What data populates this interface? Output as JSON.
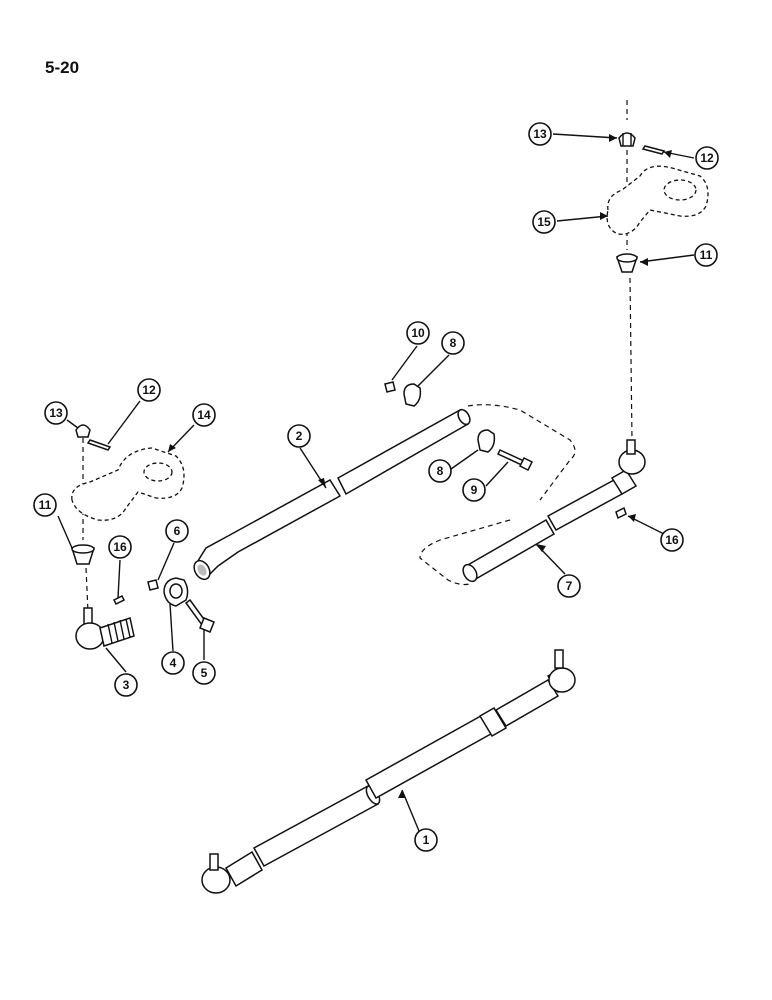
{
  "page_label": "5-20",
  "callouts": [
    {
      "id": "c1",
      "label": "1"
    },
    {
      "id": "c2",
      "label": "2"
    },
    {
      "id": "c3",
      "label": "3"
    },
    {
      "id": "c4",
      "label": "4"
    },
    {
      "id": "c5",
      "label": "5"
    },
    {
      "id": "c6",
      "label": "6"
    },
    {
      "id": "c7",
      "label": "7"
    },
    {
      "id": "c8a",
      "label": "8"
    },
    {
      "id": "c8b",
      "label": "8"
    },
    {
      "id": "c9",
      "label": "9"
    },
    {
      "id": "c10",
      "label": "10"
    },
    {
      "id": "c11a",
      "label": "11"
    },
    {
      "id": "c11b",
      "label": "11"
    },
    {
      "id": "c12a",
      "label": "12"
    },
    {
      "id": "c12b",
      "label": "12"
    },
    {
      "id": "c13a",
      "label": "13"
    },
    {
      "id": "c13b",
      "label": "13"
    },
    {
      "id": "c14",
      "label": "14"
    },
    {
      "id": "c15",
      "label": "15"
    },
    {
      "id": "c16a",
      "label": "16"
    },
    {
      "id": "c16b",
      "label": "16"
    }
  ]
}
